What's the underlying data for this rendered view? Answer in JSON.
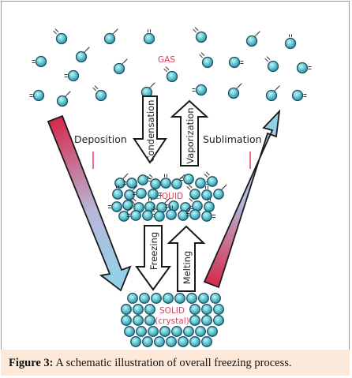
{
  "diagram": {
    "phase_labels": {
      "gas": "GAS",
      "liquid": "LIQUID",
      "solid_line1": "SOLID",
      "solid_line2": "(crystal)"
    },
    "transitions": {
      "deposition": "Deposition",
      "sublimation": "Sublimation",
      "condensation": "Condensation",
      "vaporization": "Vaporization",
      "freezing": "Freezing",
      "melting": "Melting"
    },
    "colors": {
      "molecule_fill": "#5fc8d0",
      "molecule_stroke": "#1e4f66",
      "phase_label": "#e0405a",
      "arrow_red": "#d6284a",
      "arrow_blue": "#8fd3ea",
      "caption_bg": "#fde9d9"
    }
  },
  "caption": {
    "label": "Figure 3:",
    "text": " A schematic illustration of overall freezing process."
  }
}
